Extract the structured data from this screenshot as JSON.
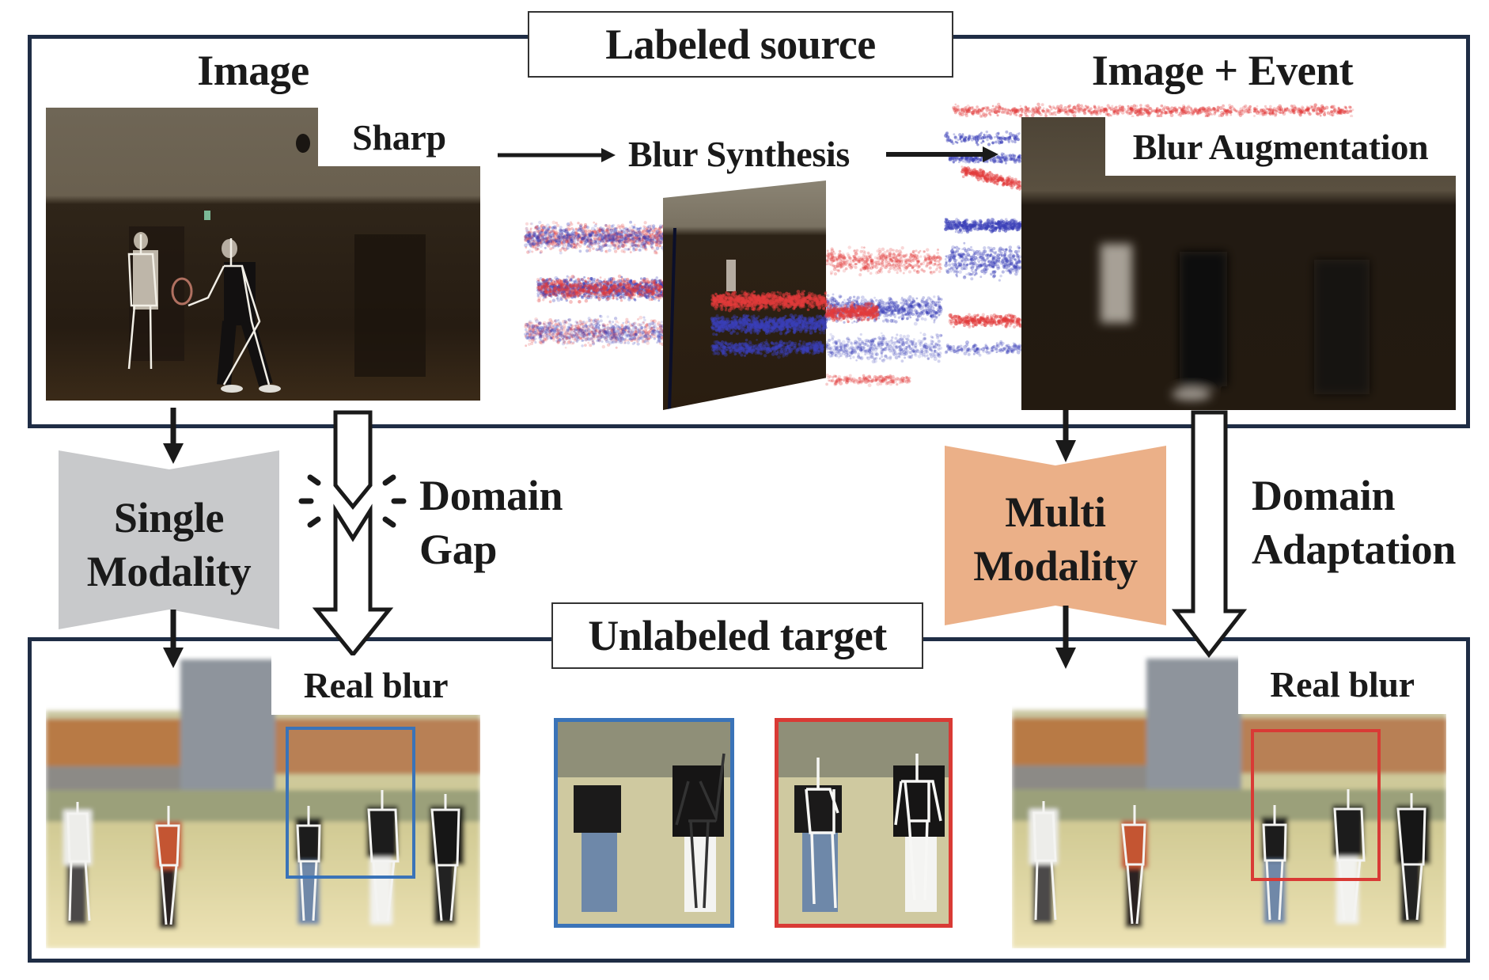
{
  "source": {
    "title": "Labeled source",
    "left_heading": "Image",
    "right_heading": "Image + Event",
    "sharp_label": "Sharp",
    "synthesis_label": "Blur Synthesis",
    "augmentation_label": "Blur Augmentation"
  },
  "middle": {
    "single_modality": [
      "Single",
      "Modality"
    ],
    "domain_gap": [
      "Domain",
      "Gap"
    ],
    "multi_modality": [
      "Multi",
      "Modality"
    ],
    "domain_adaptation": [
      "Domain",
      "Adaptation"
    ]
  },
  "target": {
    "title": "Unlabeled target",
    "left_label": "Real blur",
    "right_label": "Real blur"
  },
  "colors": {
    "border": "#1f2d45",
    "single_modality_fill": "#c8c9cb",
    "multi_modality_fill": "#ebb088",
    "blue_box": "#3a73b8",
    "red_box": "#d93a35",
    "event_positive": "#e23b3b",
    "event_negative": "#3a3fb8"
  },
  "icons": {
    "flow_arrow": "arrow-right-icon",
    "down_arrow": "arrow-down-icon",
    "hollow_arrow": "hollow-arrow-down-icon",
    "broken_arrow": "broken-arrow-icon"
  }
}
